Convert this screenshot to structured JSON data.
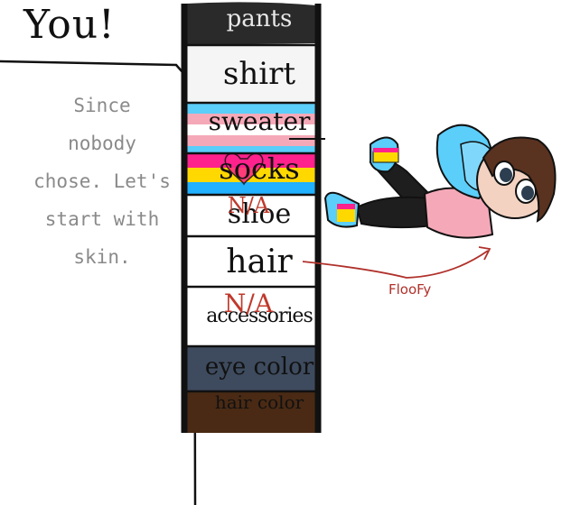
{
  "title": "You!",
  "card": {
    "lines": [
      "Since",
      "nobody",
      "chose. Let's",
      "start with",
      "skin."
    ]
  },
  "column": {
    "items": [
      {
        "label": "pants",
        "color": "#2a2a2a",
        "text_color": "#e8e8e8"
      },
      {
        "label": "shirt",
        "color": "#f5f5f5",
        "text_color": "#111111"
      },
      {
        "label": "sweater",
        "color": "#f7a8b8",
        "text_color": "#111111"
      },
      {
        "label": "socks",
        "color": "#ffd800",
        "text_color": "#111111"
      },
      {
        "label": "shoe",
        "color": "#ffffff",
        "text_color": "#111111",
        "strike": "N/A"
      },
      {
        "label": "hair",
        "color": "#ffffff",
        "text_color": "#111111"
      },
      {
        "label": "accessories",
        "color": "#ffffff",
        "text_color": "#111111",
        "strike": "N/A"
      },
      {
        "label": "eye color",
        "color": "#3e4b5e",
        "text_color": "#111111"
      },
      {
        "label": "hair color",
        "color": "#4a2a14",
        "text_color": "#111111"
      }
    ]
  },
  "annotation": {
    "note": "FlooFy"
  },
  "colors": {
    "trans_blue": "#5bcefa",
    "trans_pink": "#f5a9b8",
    "pan_pink": "#ff218c",
    "pan_yellow": "#ffd800",
    "pan_blue": "#21b1ff",
    "annotation_red": "#b0312b"
  }
}
